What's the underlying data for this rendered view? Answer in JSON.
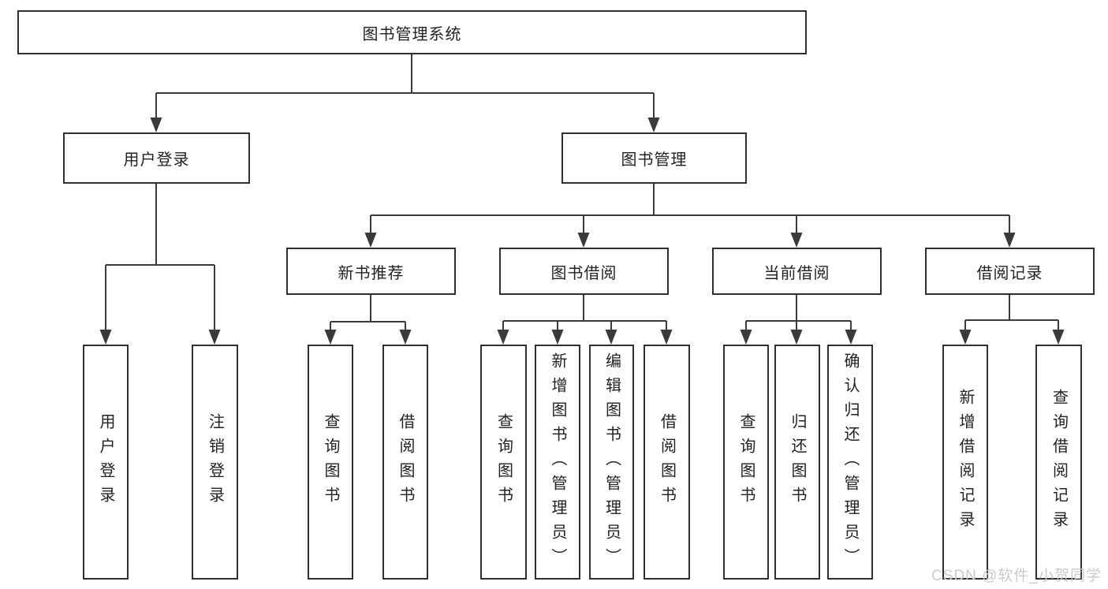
{
  "diagram": {
    "root": {
      "label": "图书管理系统"
    },
    "level1": [
      {
        "label": "用户登录"
      },
      {
        "label": "图书管理"
      }
    ],
    "level2": [
      {
        "label": "新书推荐",
        "parent": "图书管理"
      },
      {
        "label": "图书借阅",
        "parent": "图书管理"
      },
      {
        "label": "当前借阅",
        "parent": "图书管理"
      },
      {
        "label": "借阅记录",
        "parent": "图书管理"
      }
    ],
    "leaves": [
      {
        "label": "用户登录",
        "parent": "用户登录"
      },
      {
        "label": "注销登录",
        "parent": "用户登录"
      },
      {
        "label": "查询图书",
        "parent": "新书推荐"
      },
      {
        "label": "借阅图书",
        "parent": "新书推荐"
      },
      {
        "label": "查询图书",
        "parent": "图书借阅"
      },
      {
        "label": "新增图书（管理员）",
        "parent": "图书借阅"
      },
      {
        "label": "编辑图书（管理员）",
        "parent": "图书借阅"
      },
      {
        "label": "借阅图书",
        "parent": "图书借阅"
      },
      {
        "label": "查询图书",
        "parent": "当前借阅"
      },
      {
        "label": "归还图书",
        "parent": "当前借阅"
      },
      {
        "label": "确认归还（管理员）",
        "parent": "当前借阅"
      },
      {
        "label": "新增借阅记录",
        "parent": "借阅记录"
      },
      {
        "label": "查询借阅记录",
        "parent": "借阅记录"
      }
    ]
  },
  "watermark": {
    "text": "CSDN @软件_小贺同学"
  },
  "colors": {
    "line": "#3a3a3a",
    "border": "#2f2f2f",
    "text": "#222222",
    "background": "#ffffff",
    "watermark": "#cbcbcb"
  }
}
